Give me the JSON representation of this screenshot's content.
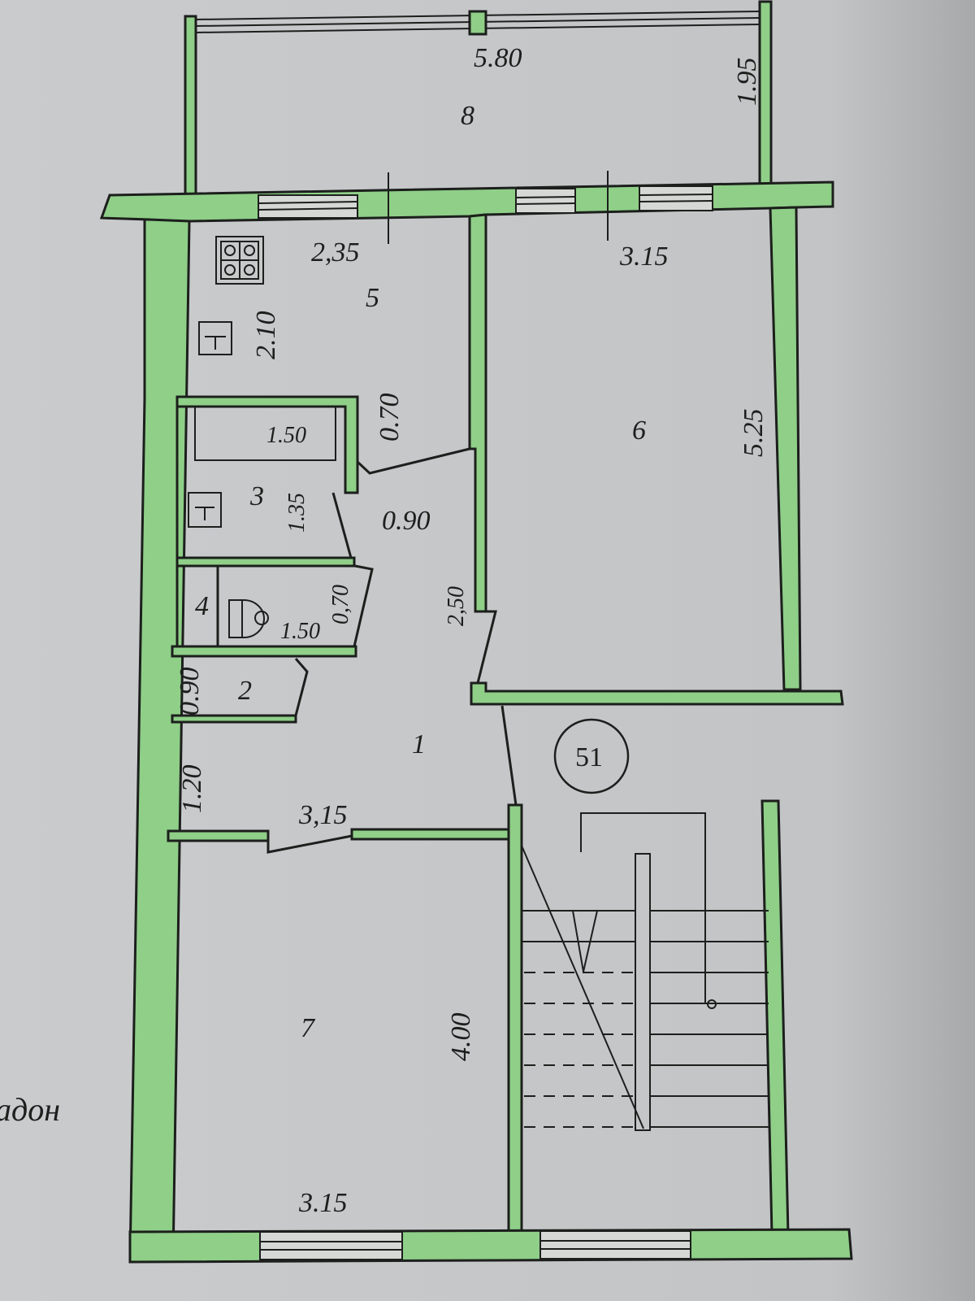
{
  "plan": {
    "rooms": {
      "r8": {
        "number": "8",
        "width": "5.80",
        "depth": "1.95"
      },
      "r5": {
        "number": "5",
        "width": "2,35",
        "depth": "2.10"
      },
      "r6": {
        "number": "6",
        "width": "3.15",
        "depth": "5.25"
      },
      "r3": {
        "number": "3",
        "bath": "1.50",
        "depth": "1.35"
      },
      "r4": {
        "number": "4",
        "width": "1.50",
        "depth": "0,70"
      },
      "r2": {
        "number": "2",
        "depth": "0.90"
      },
      "r1": {
        "number": "1",
        "width": "3,15",
        "depth": "2,50",
        "side": "1.20",
        "door": "0.70",
        "passage": "0.90"
      },
      "r7": {
        "number": "7",
        "width": "3.15",
        "depth": "4.00"
      }
    },
    "apartment_number": "51",
    "margin_text": "адон"
  },
  "colors": {
    "wall": "#8fcf88",
    "paper": "#c4c6c8",
    "ink": "#1c1f1c"
  }
}
